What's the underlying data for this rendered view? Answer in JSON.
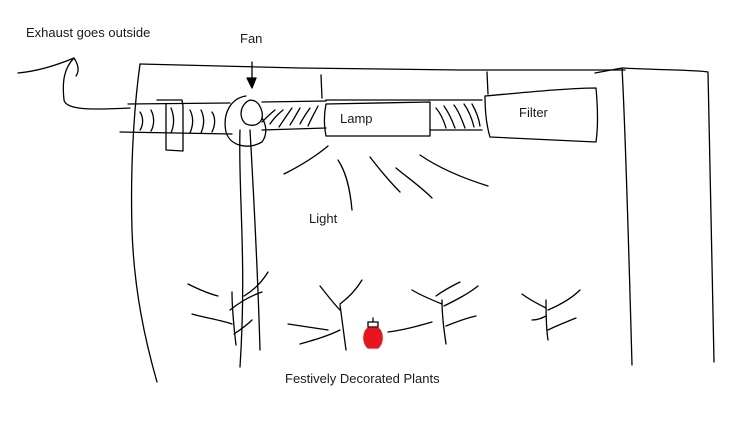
{
  "labels": {
    "exhaust": "Exhaust goes outside",
    "fan": "Fan",
    "lamp": "Lamp",
    "filter": "Filter",
    "light": "Light",
    "plants": "Festively Decorated Plants"
  },
  "colors": {
    "stroke": "#000000",
    "text": "#1a1a1a",
    "ornament": "#e8141e",
    "background": "#ffffff"
  }
}
